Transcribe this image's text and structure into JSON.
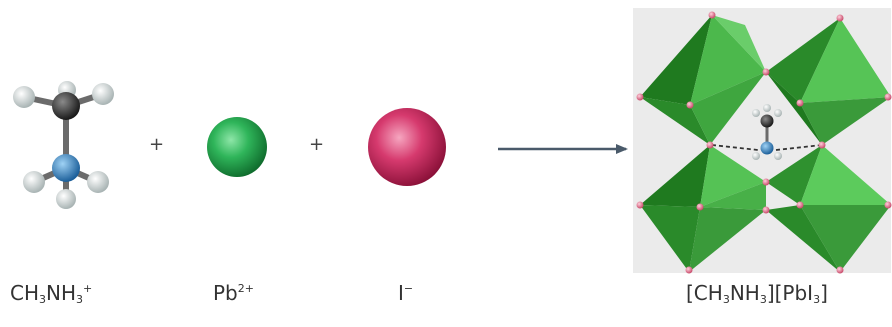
{
  "diagram": {
    "reactants": [
      {
        "name": "methylammonium",
        "label": {
          "base": "CH",
          "sub1": "3",
          "mid": "NH",
          "sub2": "3",
          "sup": "+"
        },
        "atoms": {
          "carbon_color": "#2e2e2e",
          "nitrogen_color": "#2f86c8",
          "hydrogen_color": "#dfe6e6",
          "bond_color": "#6b6b6b"
        }
      },
      {
        "name": "lead-ion",
        "label": {
          "base": "Pb",
          "sup": "2+"
        },
        "color": "#1e9b45"
      },
      {
        "name": "iodide-ion",
        "label": {
          "base": "I",
          "sup": "−"
        },
        "color": "#c8245a"
      }
    ],
    "operators": [
      "+",
      "+"
    ],
    "product": {
      "name": "methylammonium-lead-iodide-perovskite",
      "label": {
        "open": "[CH",
        "sub1": "3",
        "mid": "NH",
        "sub2": "3",
        "mid2": "][PbI",
        "sub3": "3",
        "close": "]"
      },
      "octahedron_color": "#3a9a3a",
      "iodide_vertex_color": "#e0728f"
    },
    "arrow_color": "#4a5a6a"
  }
}
